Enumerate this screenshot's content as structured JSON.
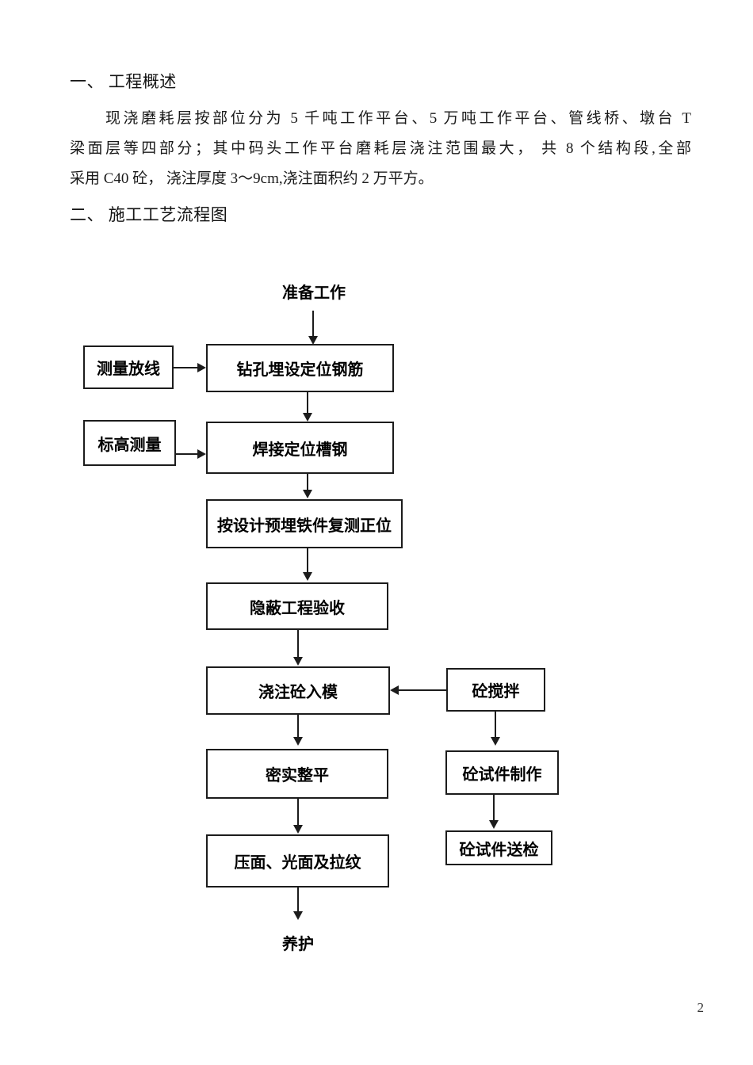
{
  "document": {
    "sections": [
      {
        "id": "heading-1",
        "text": "一、 工程概述"
      },
      {
        "id": "heading-2",
        "text": "二、 施工工艺流程图"
      }
    ],
    "paragraph": {
      "lines": [
        "　　现浇磨耗层按部位分为 5 千吨工作平台、5 万吨工作平台、管线桥、墩台 T",
        "梁面层等四部分；其中码头工作平台磨耗层浇注范围最大， 共 8 个结构段,全部",
        "采用 C40 砼， 浇注厚度 3～9cm,浇注面积约 2 万平方。"
      ],
      "full_text": "现浇磨耗层按部位分为 5 千吨工作平台、5 万吨工作平台、管线桥、墩台 T 梁面层等四部分；其中码头工作平台磨耗层浇注范围最大，共 8 个结构段,全部采用 C40 砼，浇注厚度 3～9cm,浇注面积约 2 万平方。"
    },
    "page_number": "2"
  },
  "flowchart": {
    "title": "施工工艺流程图",
    "nodes": [
      {
        "id": "start",
        "label": "准备工作",
        "shape": "text"
      },
      {
        "id": "survey-line",
        "label": "测量放线",
        "shape": "box"
      },
      {
        "id": "drill-rebar",
        "label": "钻孔埋设定位钢筋",
        "shape": "box"
      },
      {
        "id": "elev-survey",
        "label": "标高测量",
        "shape": "box"
      },
      {
        "id": "weld-channel",
        "label": "焊接定位槽钢",
        "shape": "box"
      },
      {
        "id": "embed-recheck",
        "label": "按设计预埋铁件复测正位",
        "shape": "box"
      },
      {
        "id": "hidden-accept",
        "label": "隐蔽工程验收",
        "shape": "box"
      },
      {
        "id": "pour-mold",
        "label": "浇注砼入模",
        "shape": "box"
      },
      {
        "id": "compact-level",
        "label": "密实整平",
        "shape": "box"
      },
      {
        "id": "press-finish",
        "label": "压面、光面及拉纹",
        "shape": "box"
      },
      {
        "id": "curing",
        "label": "养护",
        "shape": "text"
      },
      {
        "id": "mixing",
        "label": "砼搅拌",
        "shape": "box"
      },
      {
        "id": "specimen-make",
        "label": "砼试件制作",
        "shape": "box"
      },
      {
        "id": "specimen-test",
        "label": "砼试件送检",
        "shape": "box"
      }
    ],
    "edges": [
      {
        "from": "start",
        "to": "drill-rebar",
        "direction": "down"
      },
      {
        "from": "survey-line",
        "to": "drill-rebar",
        "direction": "right"
      },
      {
        "from": "drill-rebar",
        "to": "weld-channel",
        "direction": "down"
      },
      {
        "from": "elev-survey",
        "to": "weld-channel",
        "direction": "right"
      },
      {
        "from": "weld-channel",
        "to": "embed-recheck",
        "direction": "down"
      },
      {
        "from": "embed-recheck",
        "to": "hidden-accept",
        "direction": "down"
      },
      {
        "from": "hidden-accept",
        "to": "pour-mold",
        "direction": "down"
      },
      {
        "from": "mixing",
        "to": "pour-mold",
        "direction": "left"
      },
      {
        "from": "pour-mold",
        "to": "compact-level",
        "direction": "down"
      },
      {
        "from": "compact-level",
        "to": "press-finish",
        "direction": "down"
      },
      {
        "from": "press-finish",
        "to": "curing",
        "direction": "down"
      },
      {
        "from": "mixing",
        "to": "specimen-make",
        "direction": "down"
      },
      {
        "from": "specimen-make",
        "to": "specimen-test",
        "direction": "down"
      }
    ],
    "colors": {
      "line": "#1c1c1c",
      "box_fill": "#ffffff",
      "text": "#000000"
    }
  }
}
